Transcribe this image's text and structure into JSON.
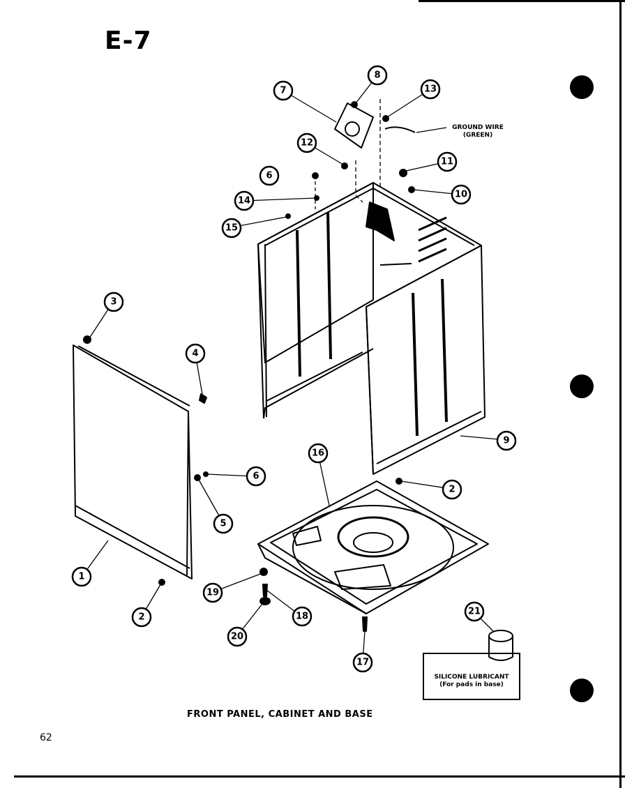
{
  "page": {
    "section": "E-7",
    "caption": "FRONT PANEL, CABINET AND BASE",
    "page_number": "62"
  },
  "annotations": {
    "ground_wire_line1": "GROUND WIRE",
    "ground_wire_line2": "(GREEN)",
    "lubricant_line1": "SILICONE LUBRICANT",
    "lubricant_line2": "(For pads in base)"
  },
  "callouts": [
    {
      "id": "c1",
      "label": "1"
    },
    {
      "id": "c2a",
      "label": "2"
    },
    {
      "id": "c2b",
      "label": "2"
    },
    {
      "id": "c3",
      "label": "3"
    },
    {
      "id": "c4",
      "label": "4"
    },
    {
      "id": "c5",
      "label": "5"
    },
    {
      "id": "c6a",
      "label": "6"
    },
    {
      "id": "c6b",
      "label": "6"
    },
    {
      "id": "c7",
      "label": "7"
    },
    {
      "id": "c8",
      "label": "8"
    },
    {
      "id": "c9",
      "label": "9"
    },
    {
      "id": "c10",
      "label": "10"
    },
    {
      "id": "c11",
      "label": "11"
    },
    {
      "id": "c12",
      "label": "12"
    },
    {
      "id": "c13",
      "label": "13"
    },
    {
      "id": "c14",
      "label": "14"
    },
    {
      "id": "c15",
      "label": "15"
    },
    {
      "id": "c16",
      "label": "16"
    },
    {
      "id": "c17",
      "label": "17"
    },
    {
      "id": "c18",
      "label": "18"
    },
    {
      "id": "c19",
      "label": "19"
    },
    {
      "id": "c20",
      "label": "20"
    },
    {
      "id": "c21",
      "label": "21"
    }
  ]
}
